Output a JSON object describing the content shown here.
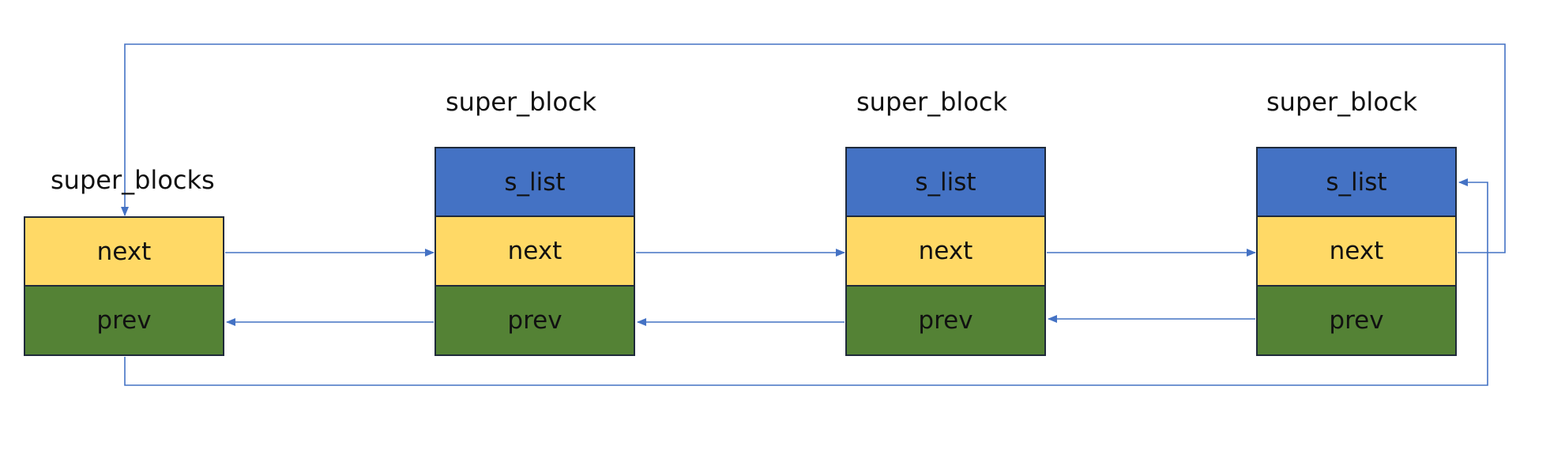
{
  "colors": {
    "s_list_fill": "#4472c4",
    "next_fill": "#ffd966",
    "prev_fill": "#548235",
    "cell_border": "#1f2a3a",
    "arrow": "#4472c4"
  },
  "head": {
    "label": "super_blocks",
    "fields": {
      "next": "next",
      "prev": "prev"
    }
  },
  "nodes": [
    {
      "label": "super_block",
      "fields": {
        "s_list": "s_list",
        "next": "next",
        "prev": "prev"
      }
    },
    {
      "label": "super_block",
      "fields": {
        "s_list": "s_list",
        "next": "next",
        "prev": "prev"
      }
    },
    {
      "label": "super_block",
      "fields": {
        "s_list": "s_list",
        "next": "next",
        "prev": "prev"
      }
    }
  ],
  "edges": [
    {
      "from": "head.next",
      "to": "node1.next"
    },
    {
      "from": "node1.next",
      "to": "node2.next"
    },
    {
      "from": "node2.next",
      "to": "node3.next"
    },
    {
      "from": "node3.next",
      "to": "head.next",
      "icon": "wrap-arrow"
    },
    {
      "from": "node1.prev",
      "to": "head.prev"
    },
    {
      "from": "node2.prev",
      "to": "node1.prev"
    },
    {
      "from": "node3.prev",
      "to": "node2.prev"
    },
    {
      "from": "head.prev",
      "to": "node3.s_list",
      "icon": "wrap-arrow"
    }
  ]
}
